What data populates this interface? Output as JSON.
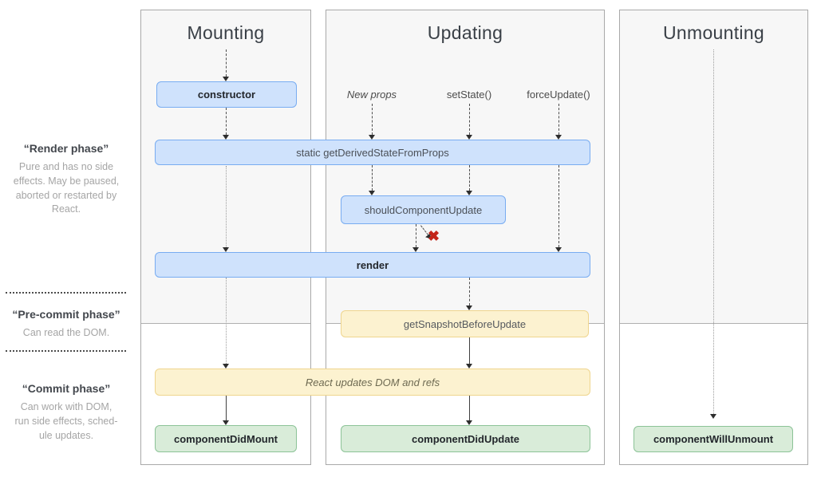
{
  "sidebar": {
    "phases": [
      {
        "title": "“Render phase”",
        "description": "Pure and has no side\neffects. May be paused,\naborted or restarted by\nReact."
      },
      {
        "title": "“Pre-commit phase”",
        "description": "Can read the DOM."
      },
      {
        "title": "“Commit phase”",
        "description": "Can work with DOM,\nrun side effects, sched-\nule updates."
      }
    ]
  },
  "columns": [
    {
      "title": "Mounting"
    },
    {
      "title": "Updating"
    },
    {
      "title": "Unmounting"
    }
  ],
  "triggers": {
    "new_props": "New props",
    "set_state": "setState()",
    "force_update": "forceUpdate()"
  },
  "nodes": {
    "constructor": "constructor",
    "get_derived": "static getDerivedStateFromProps",
    "should_update": "shouldComponentUpdate",
    "render": "render",
    "get_snapshot": "getSnapshotBeforeUpdate",
    "react_updates": "React updates DOM and refs",
    "did_mount": "componentDidMount",
    "did_update": "componentDidUpdate",
    "will_unmount": "componentWillUnmount"
  },
  "icons": {
    "cancel_x": "✖"
  },
  "colors": {
    "node_blue_bg": "#cfe2fc",
    "node_blue_border": "#78acf1",
    "node_yellow_bg": "#fcf2d0",
    "node_yellow_border": "#efd58e",
    "node_green_bg": "#d9ecd9",
    "node_green_border": "#8cc397",
    "shade_bg": "#f7f7f7",
    "shade_border": "#b0b0b0",
    "panel_border": "#a9a9a9",
    "header_text": "#3a4047",
    "sidebar_title": "#43474d",
    "sidebar_desc": "#a5a5a5",
    "cancel_red": "#c3261a"
  }
}
